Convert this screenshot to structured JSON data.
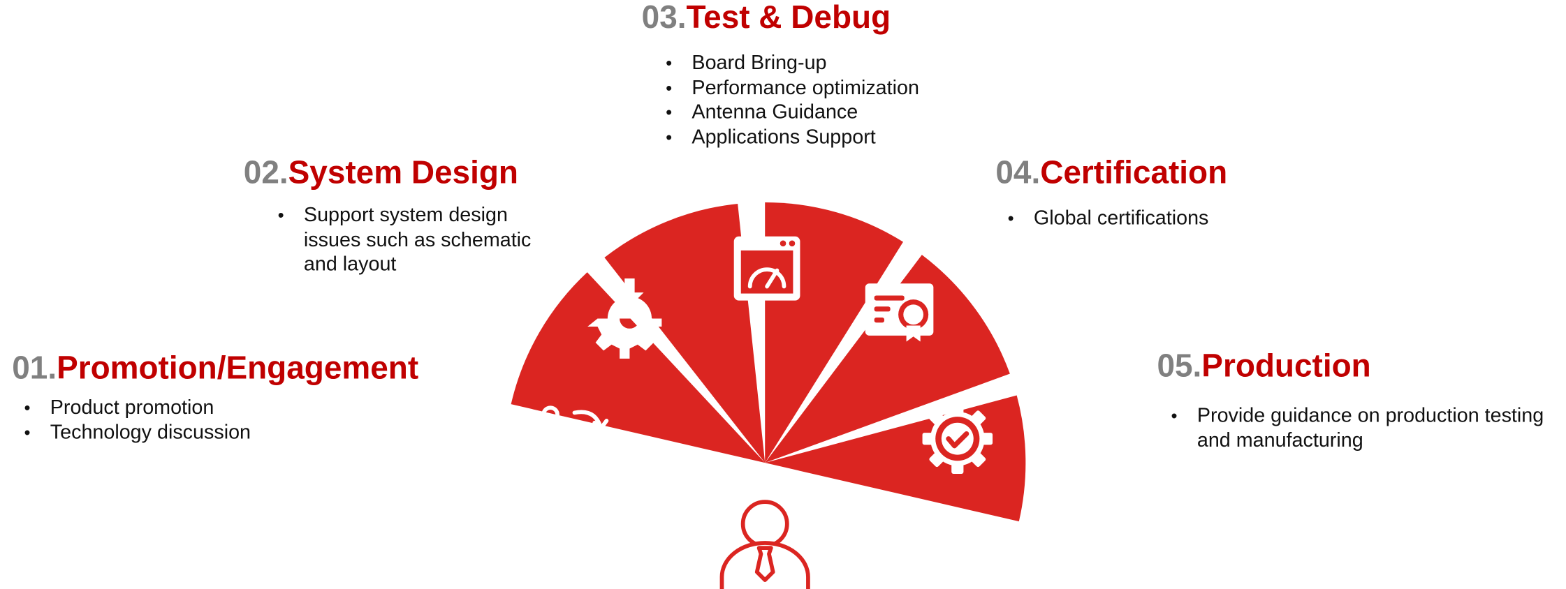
{
  "colors": {
    "accent": "#db2521",
    "title_red": "#c00000",
    "number_gray": "#808080",
    "text": "#111111"
  },
  "steps": [
    {
      "number": "01.",
      "title": "Promotion/Engagement",
      "bullets": [
        "Product promotion",
        "Technology discussion"
      ],
      "icon": "people-exchange-icon"
    },
    {
      "number": "02.",
      "title": "System Design",
      "bullets": [
        "Support system design issues such as schematic and layout"
      ],
      "icon": "gear-download-icon"
    },
    {
      "number": "03.",
      "title": "Test & Debug",
      "bullets": [
        "Board Bring-up",
        "Performance optimization",
        "Antenna Guidance",
        "Applications Support"
      ],
      "icon": "browser-gauge-icon"
    },
    {
      "number": "04.",
      "title": "Certification",
      "bullets": [
        "Global certifications"
      ],
      "icon": "certificate-icon"
    },
    {
      "number": "05.",
      "title": "Production",
      "bullets": [
        "Provide guidance on production testing and manufacturing"
      ],
      "icon": "gear-check-icon"
    }
  ],
  "center_icon": "person-tie-icon"
}
